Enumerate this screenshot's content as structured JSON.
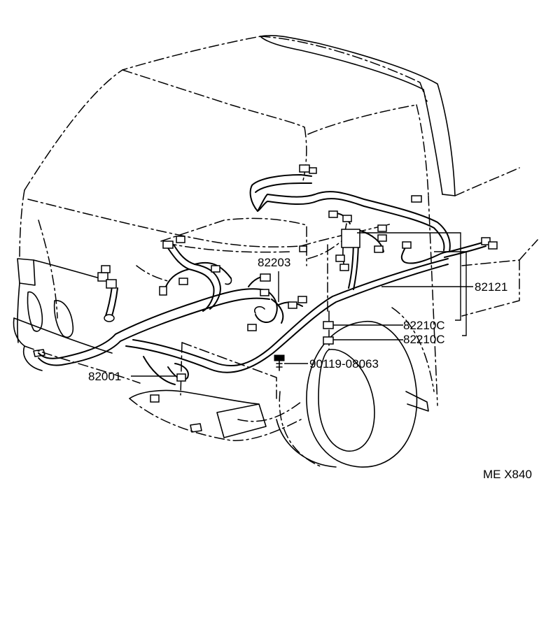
{
  "callouts": {
    "harness_82203": "82203",
    "harness_82121": "82121",
    "connector_82210c_upper": "82210C",
    "connector_82210c_lower": "82210C",
    "bolt_90119": "90119-08063",
    "harness_82001": "82001"
  },
  "figure_code": "ME X840"
}
